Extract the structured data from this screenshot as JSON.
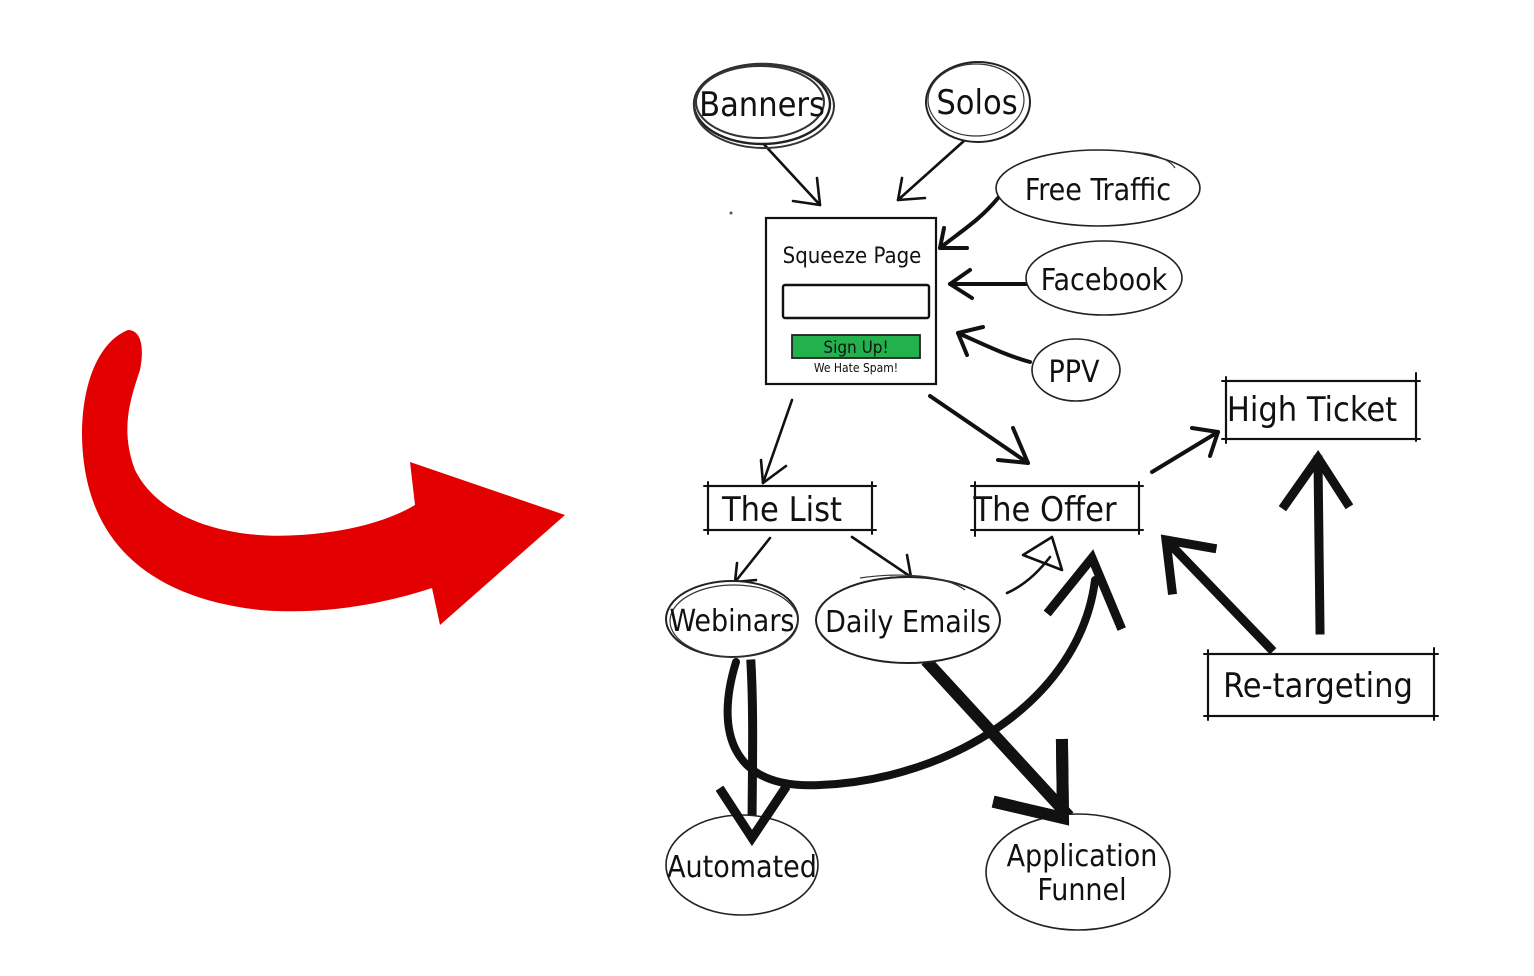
{
  "diagram": {
    "title": "Online marketing funnel sketch",
    "pointer_arrow": {
      "color": "#e20000",
      "direction": "right"
    },
    "nodes": {
      "banners": {
        "label": "Banners",
        "shape": "ellipse"
      },
      "solos": {
        "label": "Solos",
        "shape": "ellipse"
      },
      "free_traffic": {
        "label": "Free Traffic",
        "shape": "ellipse"
      },
      "facebook": {
        "label": "Facebook",
        "shape": "ellipse"
      },
      "ppv": {
        "label": "PPV",
        "shape": "ellipse"
      },
      "squeeze_page": {
        "label": "Squeeze Page",
        "shape": "box",
        "input_placeholder": "",
        "button_label": "Sign Up!",
        "button_color": "#22b14c",
        "note": "We Hate Spam!"
      },
      "the_list": {
        "label": "The List",
        "shape": "box"
      },
      "the_offer": {
        "label": "The Offer",
        "shape": "box"
      },
      "high_ticket": {
        "label": "High Ticket",
        "shape": "box"
      },
      "re_targeting": {
        "label": "Re-targeting",
        "shape": "box"
      },
      "webinars": {
        "label": "Webinars",
        "shape": "ellipse"
      },
      "daily_emails": {
        "label": "Daily Emails",
        "shape": "ellipse"
      },
      "automated": {
        "label": "Automated",
        "shape": "ellipse"
      },
      "application_funnel": {
        "label_line1": "Application",
        "label_line2": "Funnel",
        "shape": "ellipse"
      }
    },
    "edges": [
      {
        "from": "Banners",
        "to": "Squeeze Page"
      },
      {
        "from": "Solos",
        "to": "Squeeze Page"
      },
      {
        "from": "Free Traffic",
        "to": "Squeeze Page"
      },
      {
        "from": "Facebook",
        "to": "Squeeze Page"
      },
      {
        "from": "PPV",
        "to": "Squeeze Page"
      },
      {
        "from": "Squeeze Page",
        "to": "The List"
      },
      {
        "from": "Squeeze Page",
        "to": "The Offer"
      },
      {
        "from": "The List",
        "to": "Webinars"
      },
      {
        "from": "The List",
        "to": "Daily Emails"
      },
      {
        "from": "Daily Emails",
        "to": "The Offer"
      },
      {
        "from": "Webinars",
        "to": "Automated"
      },
      {
        "from": "Webinars",
        "to": "The Offer"
      },
      {
        "from": "Daily Emails",
        "to": "Application Funnel"
      },
      {
        "from": "The Offer",
        "to": "High Ticket"
      },
      {
        "from": "Re-targeting",
        "to": "The Offer"
      },
      {
        "from": "Re-targeting",
        "to": "High Ticket"
      }
    ]
  }
}
